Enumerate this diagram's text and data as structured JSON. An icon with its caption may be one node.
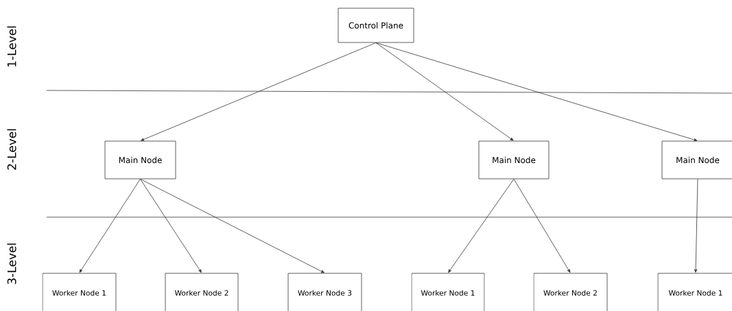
{
  "diagram": {
    "nodes": [
      {
        "text": [
          "Control Plane"
        ]
      },
      {
        "text": [
          "Main Node"
        ]
      },
      {
        "text": [
          "Main Node"
        ]
      },
      {
        "text": [
          "Main Node"
        ]
      },
      {
        "text": [
          "Worker Node 1"
        ]
      },
      {
        "text": [
          "Worker Node 2"
        ]
      },
      {
        "text": [
          "Worker Node 3"
        ]
      },
      {
        "text": [
          "Worker Node 1"
        ]
      },
      {
        "text": [
          "Worker Node 2"
        ]
      },
      {
        "text": [
          "Worker Node 1"
        ]
      }
    ],
    "edges": [
      {
        "from": 0,
        "to": 1,
        "arrow": "to"
      },
      {
        "from": 0,
        "to": 2,
        "arrow": "to"
      },
      {
        "from": 0,
        "to": 3,
        "arrow": "to"
      },
      {
        "from": 1,
        "to": 4,
        "arrow": "to"
      },
      {
        "from": 1,
        "to": 5,
        "arrow": "to"
      },
      {
        "from": 1,
        "to": 6,
        "arrow": "to"
      },
      {
        "from": 2,
        "to": 7,
        "arrow": "to"
      },
      {
        "from": 2,
        "to": 8,
        "arrow": "to"
      },
      {
        "from": 3,
        "to": 9,
        "arrow": "to"
      }
    ],
    "labels": [
      "1-Level",
      "2-Level",
      "3-Level"
    ]
  }
}
